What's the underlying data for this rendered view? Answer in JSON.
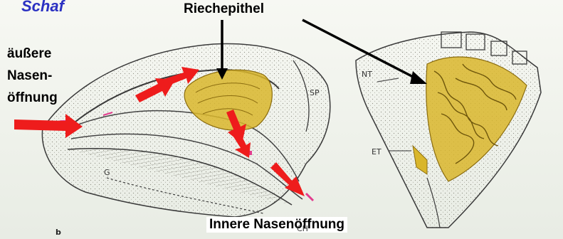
{
  "figure": {
    "title": "Schaf",
    "labels": {
      "riechepithel": "Riechepithel",
      "aussere_line1": "äußere",
      "aussere_line2": "Nasen-",
      "aussere_line3": "öffnung",
      "innere": "Innere Nasenöffnung",
      "sp": "SP",
      "g": "G",
      "ch": "CH",
      "b": "b",
      "nt": "NT",
      "et": "ET"
    },
    "colors": {
      "title": "#2b31c2",
      "arrow_red": "#ee1c1c",
      "epithelium_yellow": "#d9b62b",
      "marker_pink": "#e23c8e",
      "drawing_line": "#333333"
    }
  }
}
